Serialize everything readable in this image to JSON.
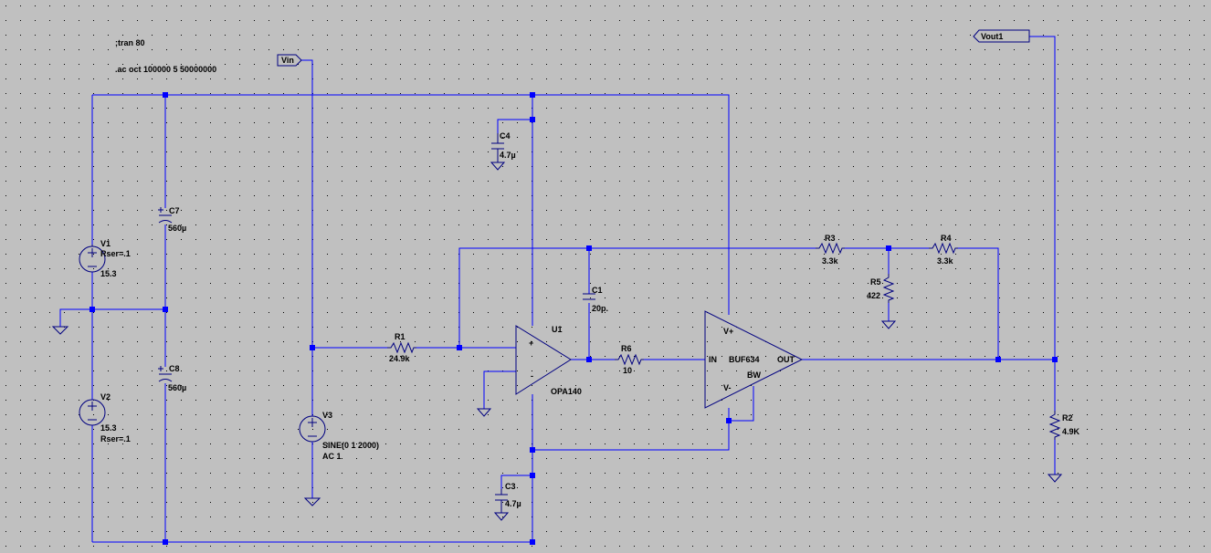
{
  "colors": {
    "background": "#c0c0c0",
    "wire": "#0000ff",
    "component": "#000080",
    "text": "#000000"
  },
  "directives": {
    "tran": ";tran 80",
    "ac": ".ac oct 100000 5 50000000"
  },
  "net_labels": {
    "vin": "Vin",
    "vout": "Vout1"
  },
  "components": {
    "V1": {
      "name": "V1",
      "value": "15.3",
      "param": "Rser=.1"
    },
    "V2": {
      "name": "V2",
      "value": "15.3",
      "param": "Rser=.1"
    },
    "V3": {
      "name": "V3",
      "value": "SINE(0 1 2000)",
      "param": "AC 1"
    },
    "C1": {
      "name": "C1",
      "value": "20p."
    },
    "C3": {
      "name": "C3",
      "value": "4.7µ"
    },
    "C4": {
      "name": "C4",
      "value": "4.7µ"
    },
    "C7": {
      "name": "C7",
      "value": "560µ"
    },
    "C8": {
      "name": "C8",
      "value": "560µ"
    },
    "R1": {
      "name": "R1",
      "value": "24.9k"
    },
    "R2": {
      "name": "R2",
      "value": "4.9K"
    },
    "R3": {
      "name": "R3",
      "value": "3.3k"
    },
    "R4": {
      "name": "R4",
      "value": "3.3k"
    },
    "R5": {
      "name": "R5",
      "value": "422"
    },
    "R6": {
      "name": "R6",
      "value": "10"
    },
    "U1": {
      "name": "U1",
      "part": "OPA140",
      "plus": "+",
      "minus": "-"
    },
    "BUF": {
      "part": "BUF634",
      "vplus": "V+",
      "vminus": "V-",
      "in": "IN",
      "out": "OUT",
      "bw": "BW"
    }
  }
}
